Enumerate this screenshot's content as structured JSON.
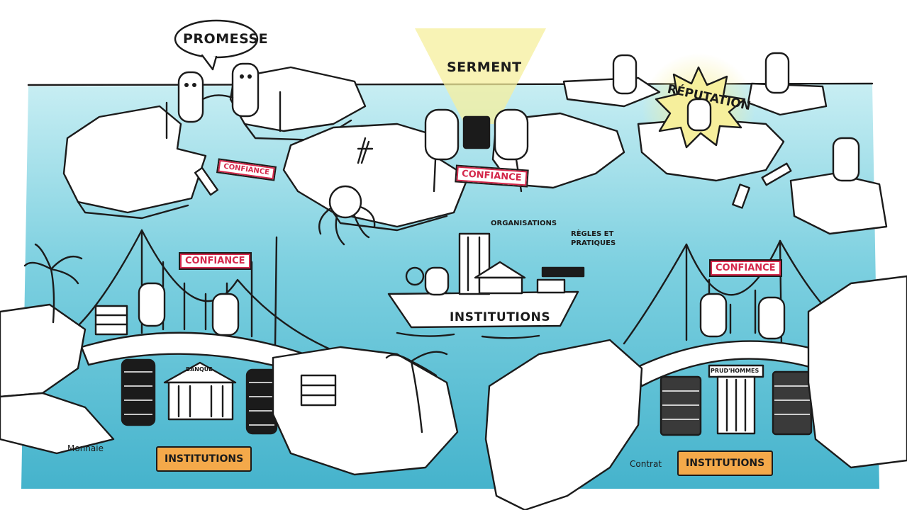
{
  "palette": {
    "water": "#56c2d8",
    "water_light": "#a8e0ea",
    "ink": "#1b1b1b",
    "sign_red": "#d4284b",
    "scroll_orange": "#f4a94a",
    "glow_yellow": "#f6ef9c"
  },
  "labels": {
    "promise": "PROMESSE",
    "oath": "SERMENT",
    "reputation": "RÉPUTATION",
    "organisations": "ORGANISATIONS",
    "rules": "RÈGLES ET\nPRATIQUES",
    "boat": "INSTITUTIONS",
    "bank": "BANQUE",
    "council": "PRUD'HOMMES",
    "money": "Monnaie",
    "contract": "Contrat",
    "scroll_left": "INSTITUTIONS",
    "scroll_right": "INSTITUTIONS"
  },
  "trust_signs": [
    "CONFIANCE",
    "CONFIANCE",
    "CONFIANCE",
    "CONFIANCE"
  ],
  "icons": [
    "promise-bubble-icon",
    "oath-book-icon",
    "reputation-burst-icon",
    "boat-icon",
    "bridge-icon",
    "bank-building-icon",
    "column-icon",
    "coin-stack-icon",
    "book-stack-icon",
    "palm-tree-icon",
    "crate-icon",
    "octopus-icon"
  ]
}
